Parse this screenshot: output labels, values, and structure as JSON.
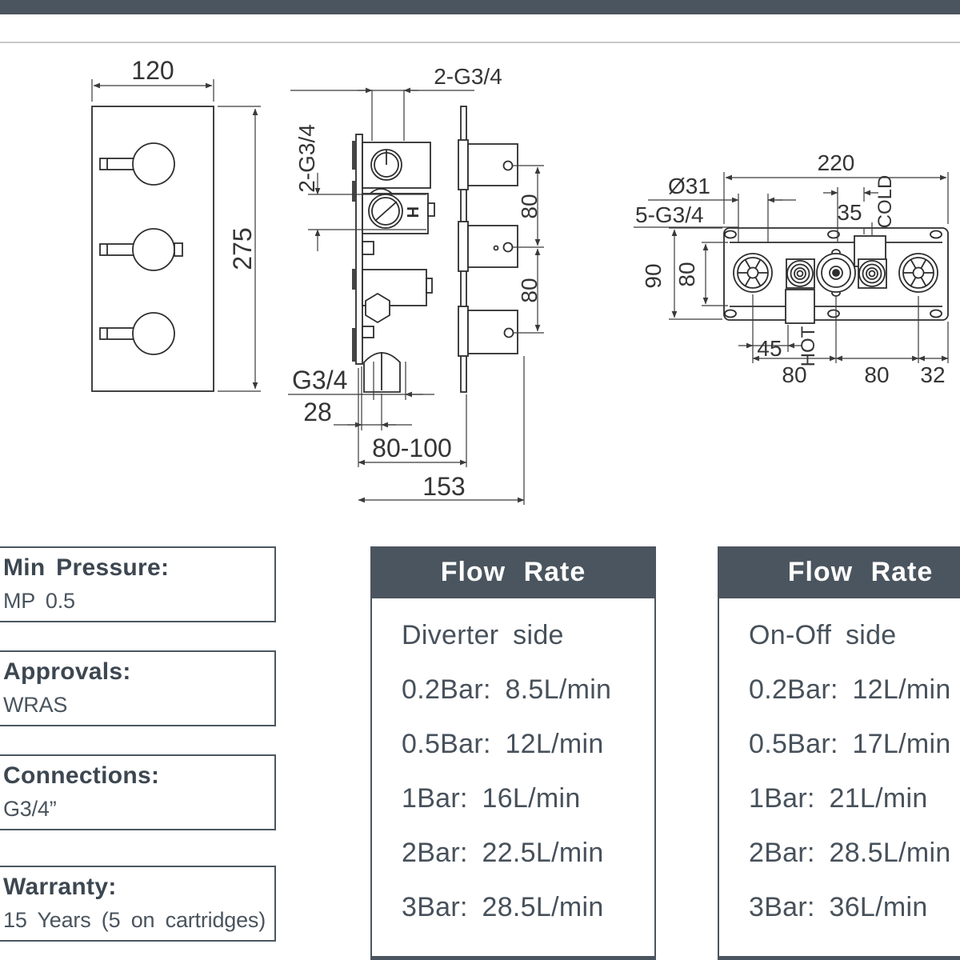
{
  "colors": {
    "accent": "#4b555f",
    "text": "#414b55",
    "line": "#333333",
    "divider": "#c9c9c9"
  },
  "front_view": {
    "dim_width": "120",
    "dim_height": "275"
  },
  "side_view": {
    "dim_top": "2-G3/4",
    "dim_left": "2-G3/4",
    "h_symbol": "H",
    "dim_right_upper": "80",
    "dim_right_lower": "80",
    "dim_outlet": "G3/4",
    "dim_offset": "28",
    "dim_depth": "80-100",
    "dim_total": "153"
  },
  "back_view": {
    "dim_width": "220",
    "dim_port_dia": "Ø31",
    "dim_threads": "5-G3/4",
    "dim_cold_offset": "35",
    "cold_label": "COLD",
    "dim_height": "90",
    "dim_inner_height": "80",
    "dim_hot_offset": "45",
    "hot_label": "HOT",
    "dim_span_left": "80",
    "dim_span_right": "80",
    "dim_edge": "32"
  },
  "spec_boxes": [
    {
      "label": "Min Pressure:",
      "value": "MP 0.5"
    },
    {
      "label": "Approvals:",
      "value": "WRAS"
    },
    {
      "label": "Connections:",
      "value": "G3/4”"
    },
    {
      "label": "Warranty:",
      "value": "15 Years (5 on cartridges)"
    }
  ],
  "flow_tables": [
    {
      "title": "Flow Rate",
      "subtitle": "Diverter side",
      "rows": [
        "0.2Bar: 8.5L/min",
        "0.5Bar: 12L/min",
        "1Bar: 16L/min",
        "2Bar: 22.5L/min",
        "3Bar: 28.5L/min"
      ]
    },
    {
      "title": "Flow Rate",
      "subtitle": "On-Off side",
      "rows": [
        "0.2Bar: 12L/min",
        "0.5Bar: 17L/min",
        "1Bar: 21L/min",
        "2Bar: 28.5L/min",
        "3Bar: 36L/min"
      ]
    }
  ]
}
